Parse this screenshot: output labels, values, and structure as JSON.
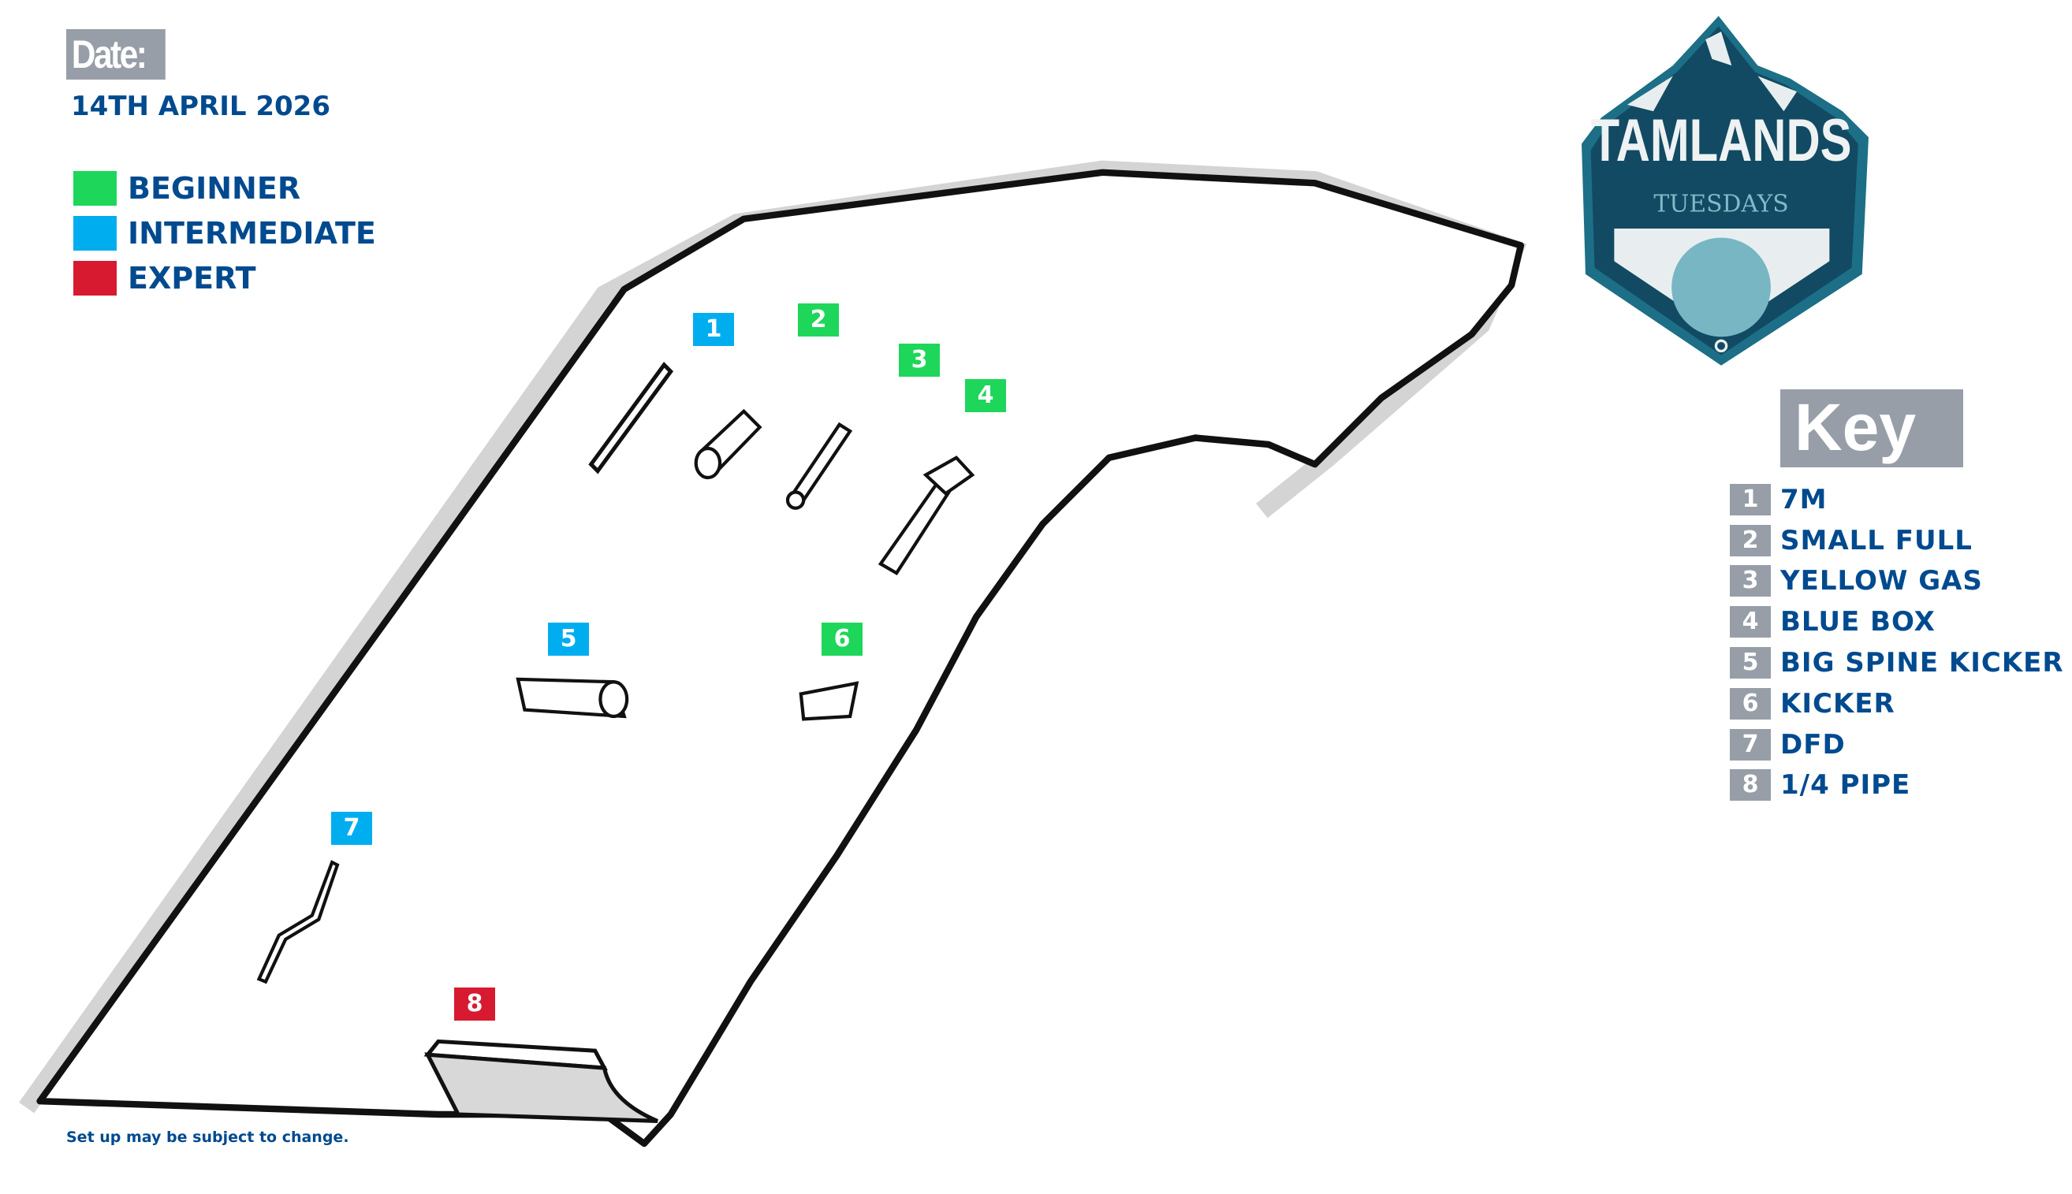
{
  "header": {
    "date_label": "Date:",
    "date_value": "14TH APRIL 2026"
  },
  "legend": [
    {
      "label": "BEGINNER",
      "color": "#1ed65a"
    },
    {
      "label": "INTERMEDIATE",
      "color": "#00aeef"
    },
    {
      "label": "EXPERT",
      "color": "#d71a30"
    }
  ],
  "logo": {
    "title": "TAMLANDS",
    "subtitle": "TUESDAYS"
  },
  "key": {
    "title": "Key",
    "items": [
      {
        "num": "1",
        "label": "7M"
      },
      {
        "num": "2",
        "label": "SMALL FULL"
      },
      {
        "num": "3",
        "label": "YELLOW GAS"
      },
      {
        "num": "4",
        "label": "BLUE BOX"
      },
      {
        "num": "5",
        "label": "BIG SPINE KICKER"
      },
      {
        "num": "6",
        "label": "KICKER"
      },
      {
        "num": "7",
        "label": "DFD"
      },
      {
        "num": "8",
        "label": "1/4 PIPE"
      }
    ]
  },
  "markers": [
    {
      "num": "1",
      "color": "#00aeef"
    },
    {
      "num": "2",
      "color": "#1ed65a"
    },
    {
      "num": "3",
      "color": "#1ed65a"
    },
    {
      "num": "4",
      "color": "#1ed65a"
    },
    {
      "num": "5",
      "color": "#00aeef"
    },
    {
      "num": "6",
      "color": "#1ed65a"
    },
    {
      "num": "7",
      "color": "#00aeef"
    },
    {
      "num": "8",
      "color": "#d71a30"
    }
  ],
  "footer": "Set up may be subject to change."
}
